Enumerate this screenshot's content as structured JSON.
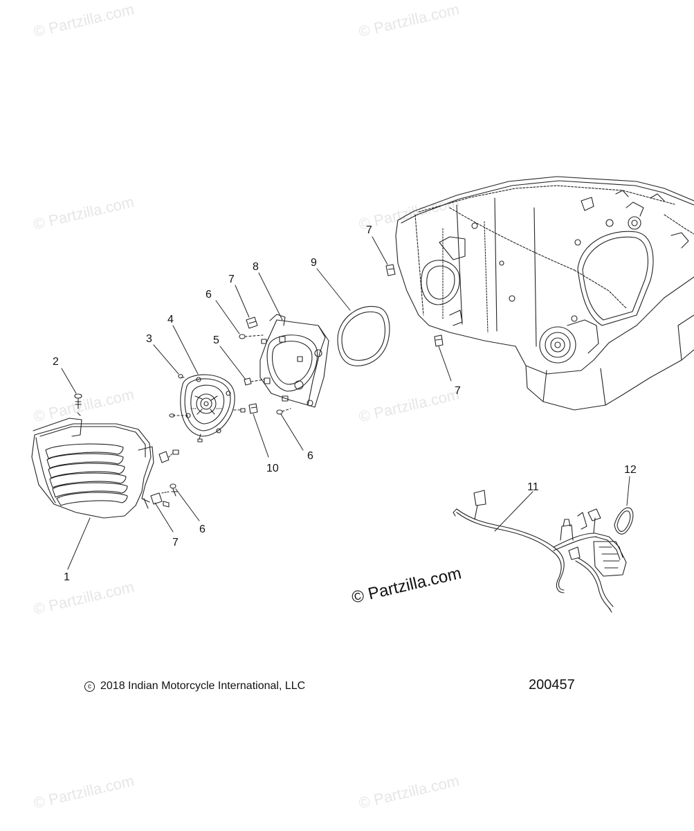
{
  "watermark": "© Partzilla.com",
  "watermark_main": "© Partzilla.com",
  "copyright": "2018 Indian Motorcycle International, LLC",
  "copyright_symbol": "c",
  "drawing_number": "200457",
  "callouts": [
    "1",
    "2",
    "3",
    "4",
    "5",
    "6",
    "7",
    "8",
    "9",
    "10",
    "11",
    "12"
  ],
  "parts": {
    "grille": "grille-cover",
    "speaker": "speaker",
    "bracket": "speaker-bracket",
    "gasket": "speaker-gasket",
    "saddlebag": "saddlebag-lid",
    "harness": "wiring-harness",
    "strap": "cable-strap"
  },
  "colors": {
    "ink": "#222222",
    "watermark": "#e6e6e6",
    "background": "#ffffff"
  }
}
